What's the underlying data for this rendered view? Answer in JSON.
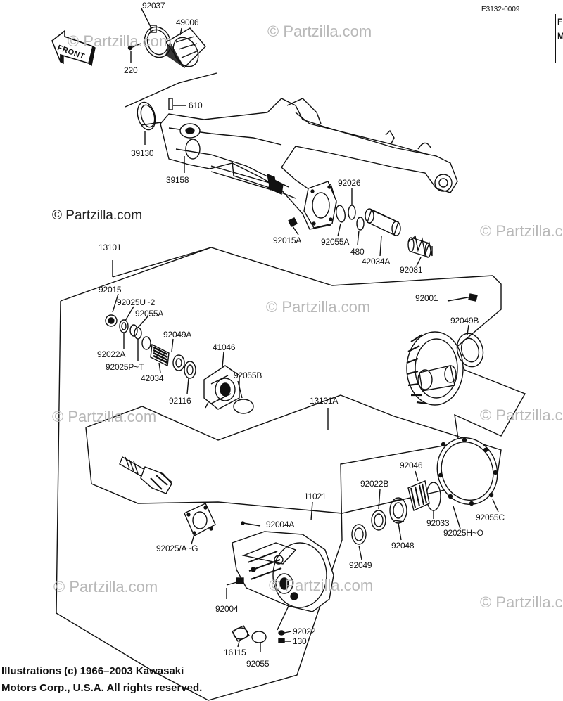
{
  "diagram_code": "E3132-0009",
  "front_label": "FRONT",
  "edge_marks": [
    "F",
    "M"
  ],
  "watermark": "© Partzilla.com",
  "watermark_main": "© Partzilla.com",
  "copyright": {
    "line1": "Illustrations (c) 1966–2003 Kawasaki",
    "line2": "Motors Corp., U.S.A.  All rights reserved."
  },
  "parts": {
    "p92037": "92037",
    "p49006": "49006",
    "p220": "220",
    "p610": "610",
    "p39130": "39130",
    "p39158": "39158",
    "p92026": "92026",
    "p92015A": "92015A",
    "p92055A_top": "92055A",
    "p480": "480",
    "p42034A": "42034A",
    "p92081": "92081",
    "p13101": "13101",
    "p92015": "92015",
    "p92025U": "92025U~2",
    "p92055A_mid": "92055A",
    "p92022A": "92022A",
    "p92025P": "92025P~T",
    "p92049A": "92049A",
    "p41046": "41046",
    "p42034": "42034",
    "p92055B": "92055B",
    "p92116": "92116",
    "p92001": "92001",
    "p92049B": "92049B",
    "p13101A": "13101A",
    "p92046": "92046",
    "p92022B": "92022B",
    "p11021": "11021",
    "p92004A": "92004A",
    "p92025AG": "92025/A~G",
    "p92033": "92033",
    "p92055C": "92055C",
    "p92025HO": "92025H~O",
    "p92048": "92048",
    "p92049": "92049",
    "p92004": "92004",
    "p92022": "92022",
    "p130": "130",
    "p16115": "16115",
    "p92055": "92055"
  }
}
